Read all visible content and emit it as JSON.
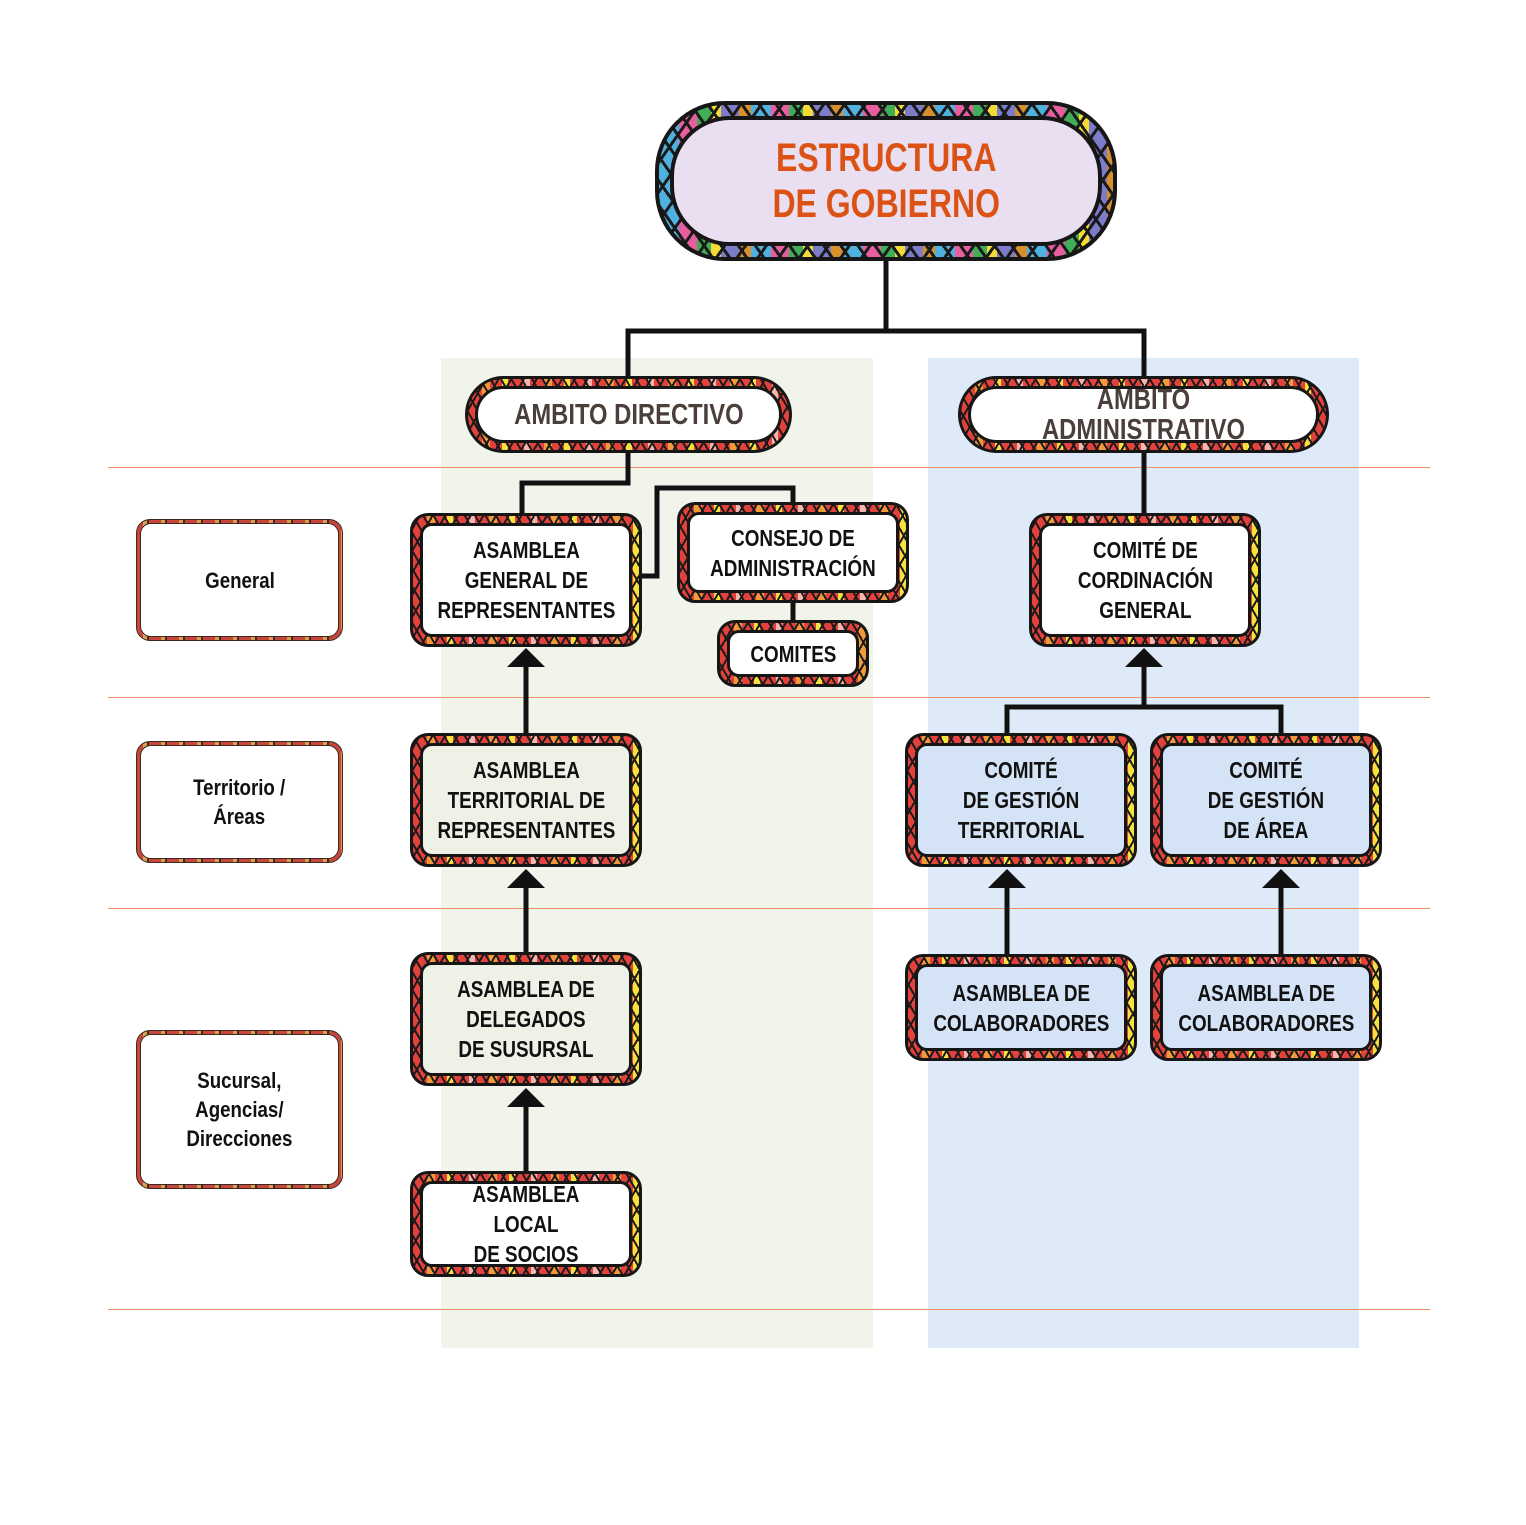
{
  "title": "ESTRUCTURA\nDE GOBIERNO",
  "colors": {
    "title_text": "#dc5215",
    "scope_text": "#4a3f3a",
    "directive_panel": "#f1f4ea",
    "administrative_panel": "#dfeaf8",
    "divider_lines": "#ee8f6a",
    "connectors": "#111111"
  },
  "levels": [
    {
      "id": "general",
      "label": "General"
    },
    {
      "id": "territorio",
      "label": "Territorio /\nÁreas"
    },
    {
      "id": "sucursal",
      "label": "Sucursal,\nAgencias/\nDirecciones"
    }
  ],
  "scopes": {
    "directivo": {
      "label": "AMBITO DIRECTIVO",
      "nodes": {
        "asamblea_general": "ASAMBLEA\nGENERAL DE\nREPRESENTANTES",
        "consejo": "CONSEJO DE\nADMINISTRACIÓN",
        "comites": "COMITES",
        "asamblea_territorial": "ASAMBLEA\nTERRITORIAL DE\nREPRESENTANTES",
        "asamblea_delegados": "ASAMBLEA DE\nDELEGADOS\nDE SUSURSAL",
        "asamblea_local": "ASAMBLEA LOCAL\nDE SOCIOS"
      }
    },
    "administrativo": {
      "label": "AMBITO ADMINISTRATIVO",
      "nodes": {
        "comite_coordinacion": "COMITÉ DE\nCORDINACIÓN\nGENERAL",
        "comite_territorial": "COMITÉ\nDE GESTIÓN\nTERRITORIAL",
        "comite_area": "COMITÉ\nDE GESTIÓN\nDE ÁREA",
        "colaboradores_1": "ASAMBLEA DE\nCOLABORADORES",
        "colaboradores_2": "ASAMBLEA DE\nCOLABORADORES"
      }
    }
  },
  "relations": [
    {
      "from": "title",
      "to": "directivo",
      "type": "line"
    },
    {
      "from": "title",
      "to": "administrativo",
      "type": "line"
    },
    {
      "from": "directivo",
      "to": "asamblea_general",
      "type": "line"
    },
    {
      "from": "asamblea_general",
      "to": "consejo",
      "type": "line"
    },
    {
      "from": "consejo",
      "to": "comites",
      "type": "line"
    },
    {
      "from": "asamblea_territorial",
      "to": "asamblea_general",
      "type": "arrow"
    },
    {
      "from": "asamblea_delegados",
      "to": "asamblea_territorial",
      "type": "arrow"
    },
    {
      "from": "asamblea_local",
      "to": "asamblea_delegados",
      "type": "arrow"
    },
    {
      "from": "administrativo",
      "to": "comite_coordinacion",
      "type": "line"
    },
    {
      "from": "comite_territorial",
      "to": "comite_coordinacion",
      "type": "arrow"
    },
    {
      "from": "comite_area",
      "to": "comite_coordinacion",
      "type": "arrow"
    },
    {
      "from": "colaboradores_1",
      "to": "comite_territorial",
      "type": "arrow"
    },
    {
      "from": "colaboradores_2",
      "to": "comite_area",
      "type": "arrow"
    }
  ]
}
